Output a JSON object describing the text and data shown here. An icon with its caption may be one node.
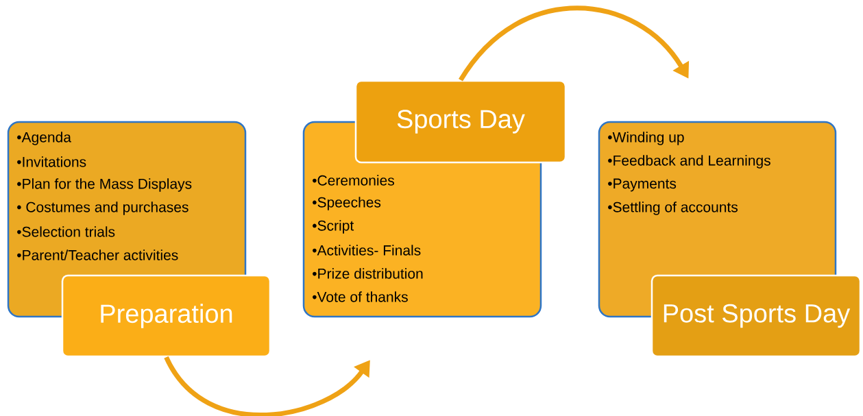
{
  "diagram": {
    "nodes": [
      {
        "text": [
          "•Agenda",
          "•Invitations",
          "•Plan for the Mass Displays",
          "• Costumes and purchases",
          "•Selection trials",
          "•Parent/Teacher activities"
        ]
      },
      {
        "text": [
          "Preparation"
        ]
      },
      {
        "text": [
          "•Ceremonies",
          "•Speeches",
          "•Script",
          "•Activities- Finals",
          "•Prize distribution",
          "•Vote of thanks"
        ]
      },
      {
        "text": [
          "Sports Day"
        ]
      },
      {
        "text": [
          "•Winding up",
          "•Feedback and Learnings",
          "•Payments",
          "•Settling of accounts"
        ]
      },
      {
        "text": [
          "Post Sports Day"
        ]
      }
    ],
    "edges": [
      {
        "from": 1,
        "to": 2,
        "arrow": "to"
      },
      {
        "from": 3,
        "to": 4,
        "arrow": "to"
      }
    ]
  }
}
